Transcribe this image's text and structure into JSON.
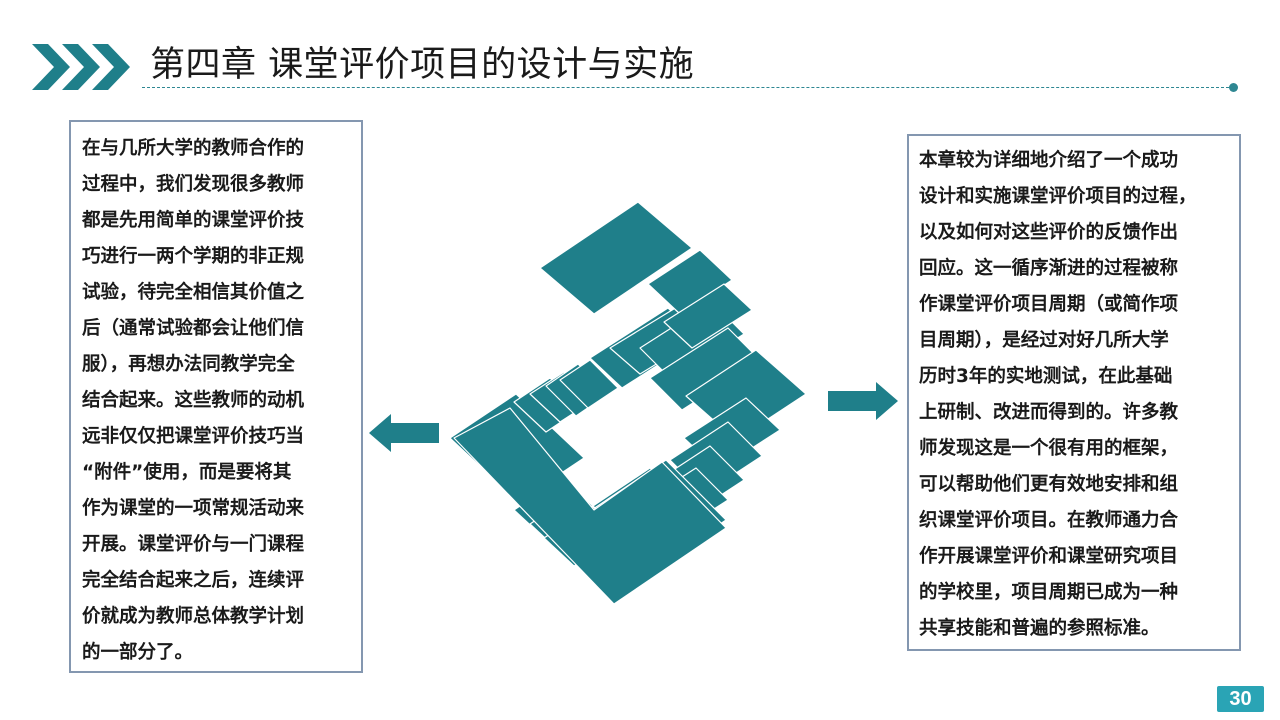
{
  "header": {
    "title": "第四章 课堂评价项目的设计与实施"
  },
  "left_box": {
    "lines": [
      "在与几所大学的教师合作的",
      "过程中，我们发现很多教师",
      "都是先用简单的课堂评价技",
      "巧进行一两个学期的非正规",
      "试验，待完全相信其价值之",
      "后（通常试验都会让他们信",
      "服），再想办法同教学完全",
      "结合起来。这些教师的动机",
      "远非仅仅把课堂评价技巧当",
      "“附件”使用，而是要将其",
      "作为课堂的一项常规活动来",
      "开展。课堂评价与一门课程",
      "完全结合起来之后，连续评",
      "价就成为教师总体教学计划",
      "的一部分了。"
    ]
  },
  "right_box": {
    "lines": [
      "本章较为详细地介绍了一个成功",
      "设计和实施课堂评价项目的过程，",
      "以及如何对这些评价的反馈作出",
      "回应。这一循序渐进的过程被称",
      "作课堂评价项目周期（或简作项",
      "目周期），是经过对好几所大学",
      "历时3年的实地测试，在此基础",
      "上研制、改进而得到的。许多教",
      "师发现这是一个很有用的框架，",
      "可以帮助他们更有效地安排和组",
      "织课堂评价项目。在教师通力合",
      "作开展课堂评价和课堂研究项目",
      "的学校里，项目周期已成为一种",
      "共享技能和普遍的参照标准。"
    ]
  },
  "footer": {
    "page_number": "30"
  },
  "colors": {
    "accent": "#1f7f8a",
    "accent_light": "#2aa4b5",
    "border": "#8497b0"
  },
  "icons": {
    "header": "chevrons-icon",
    "left_arrow": "arrow-left-icon",
    "right_arrow": "arrow-right-icon",
    "center": "cycle-steps-graphic"
  }
}
